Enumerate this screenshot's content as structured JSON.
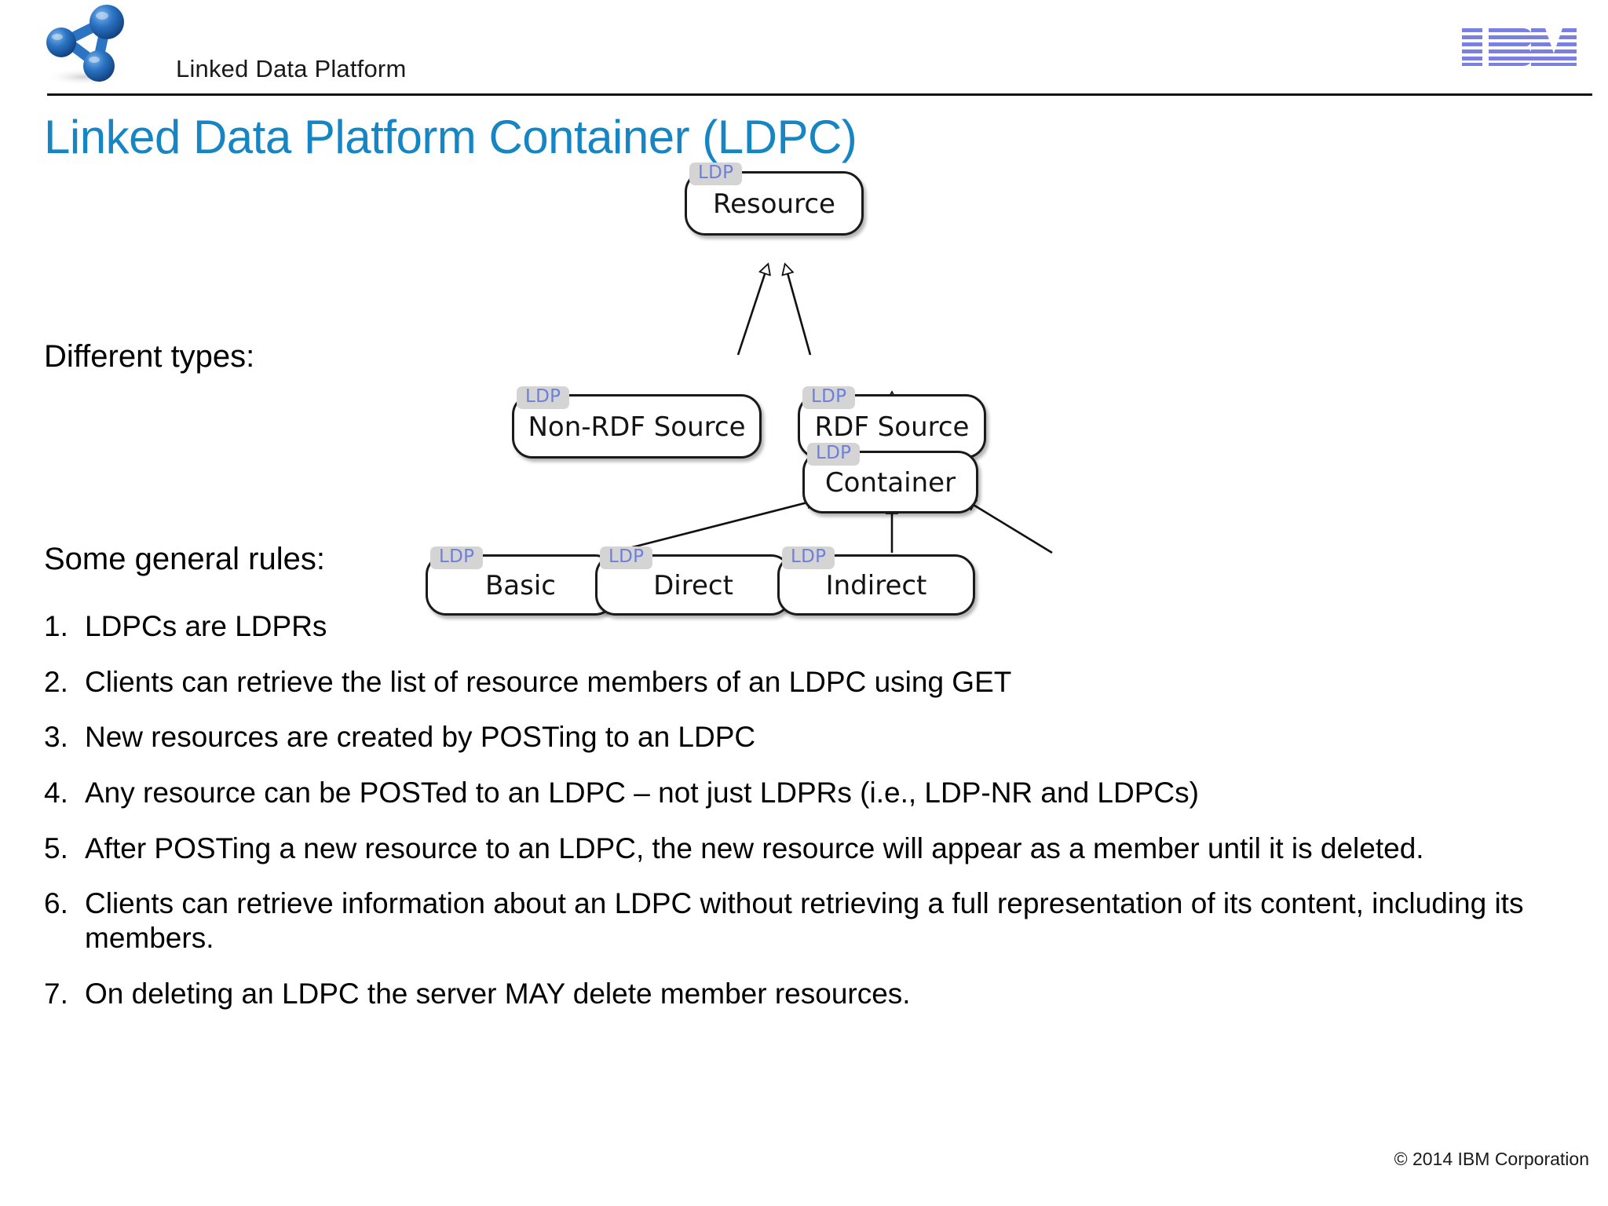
{
  "header": {
    "product_title": "Linked Data Platform",
    "logo_icon": "linked-data-platform-node-graph-logo",
    "brand_logo": "ibm-logo",
    "brand_logo_text": "IBM"
  },
  "slide": {
    "title": "Linked Data Platform Container (LDPC)",
    "title_color": "#1585c4"
  },
  "labels": {
    "types": "Different types:",
    "rules": "Some general rules:"
  },
  "rules": [
    {
      "num": "1.",
      "text": "LDPCs are LDPRs"
    },
    {
      "num": "2.",
      "text": "Clients can retrieve the list of resource members of an LDPC using GET"
    },
    {
      "num": "3.",
      "text": "New resources are created by POSTing to an LDPC"
    },
    {
      "num": "4.",
      "text": "Any resource can be POSTed to an LDPC – not just LDPRs (i.e., LDP-NR and LDPCs)"
    },
    {
      "num": "5.",
      "text": "After POSTing a new resource to an LDPC, the new resource will appear as a member until it is deleted."
    },
    {
      "num": "6.",
      "text": "Clients can retrieve information about an LDPC without retrieving a full representation of its content, including its members."
    },
    {
      "num": "7.",
      "text": "On deleting an LDPC the server MAY delete member resources."
    }
  ],
  "diagram": {
    "type": "uml-class-hierarchy",
    "stereotype_label": "LDP",
    "stereotype_color": "#6e7fd6",
    "stereotype_bg": "#d4d4d4",
    "node_border_color": "#1a1a1a",
    "node_fill": "#ffffff",
    "nodes": [
      {
        "id": "resource",
        "name": "Resource"
      },
      {
        "id": "non-rdf-source",
        "name": "Non-RDF Source"
      },
      {
        "id": "rdf-source",
        "name": "RDF Source"
      },
      {
        "id": "container",
        "name": "Container"
      },
      {
        "id": "basic",
        "name": "Basic"
      },
      {
        "id": "direct",
        "name": "Direct"
      },
      {
        "id": "indirect",
        "name": "Indirect"
      }
    ],
    "generalizations": [
      {
        "from": "non-rdf-source",
        "to": "resource"
      },
      {
        "from": "rdf-source",
        "to": "resource"
      },
      {
        "from": "container",
        "to": "rdf-source"
      },
      {
        "from": "basic",
        "to": "container"
      },
      {
        "from": "direct",
        "to": "container"
      },
      {
        "from": "indirect",
        "to": "container"
      }
    ]
  },
  "footer": {
    "copyright": "© 2014 IBM Corporation"
  }
}
